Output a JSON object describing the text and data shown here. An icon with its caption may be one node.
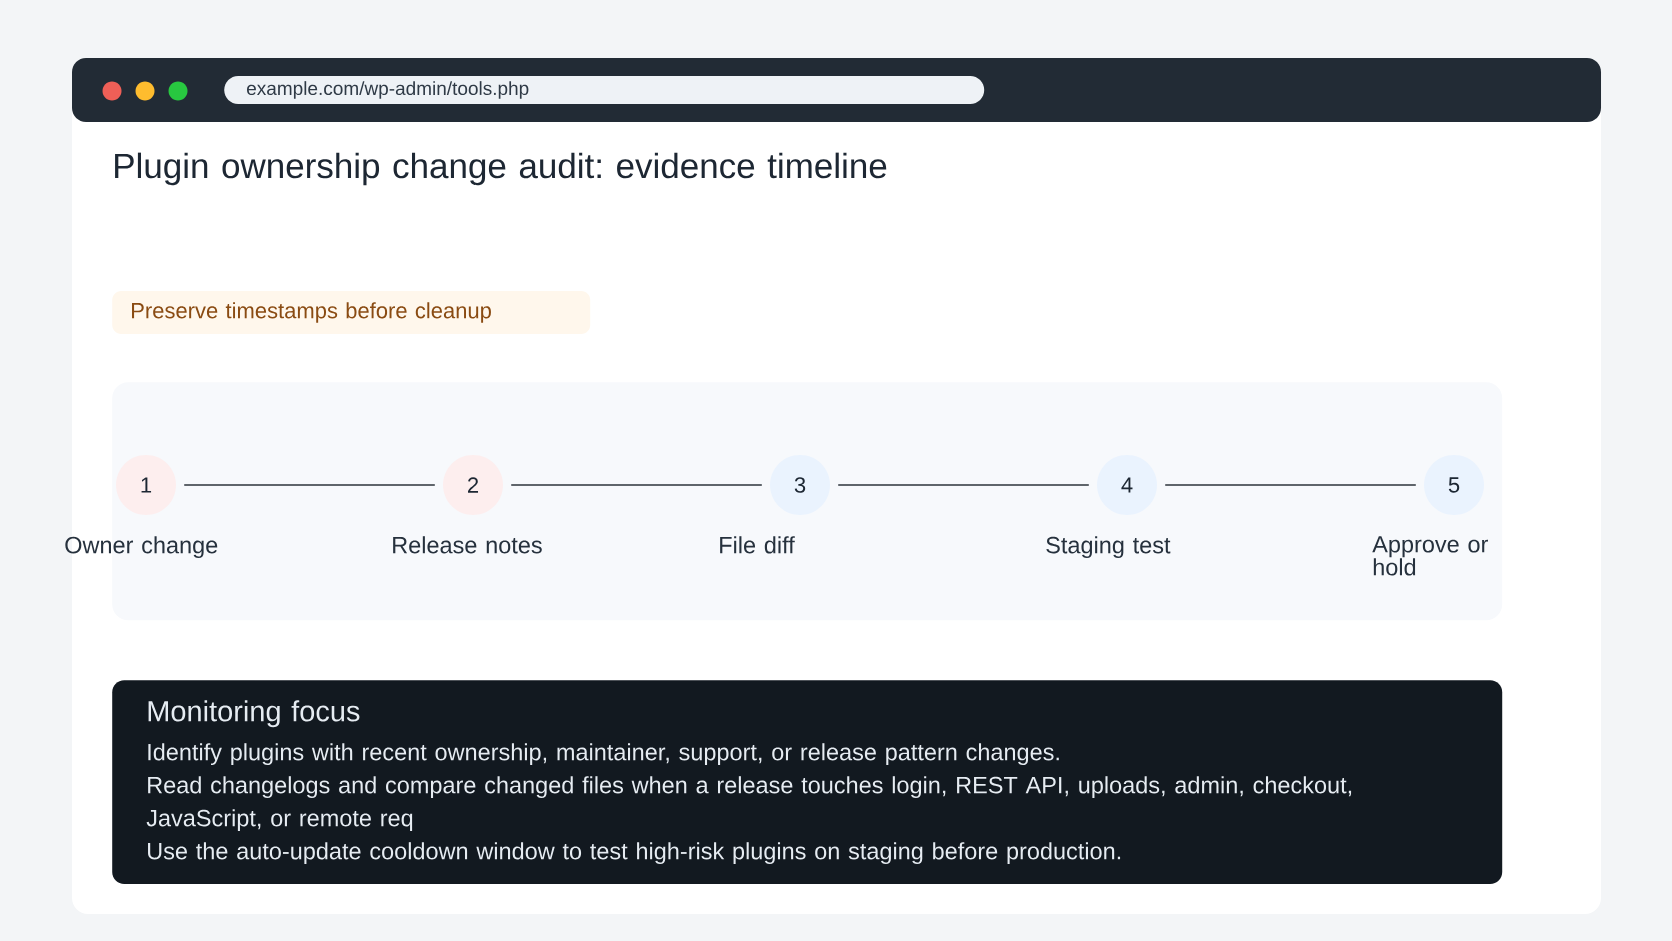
{
  "diagram": {
    "title": "Plugin ownership change audit: evidence timeline",
    "nodes": [
      {
        "text": [
          "Preserve timestamps before cleanup"
        ]
      },
      {
        "text": [],
        "shape": "box"
      },
      {
        "text": [
          "1"
        ],
        "beside": [
          "Owner change"
        ],
        "in": 1
      },
      {
        "text": [
          "2"
        ],
        "beside": [
          "Release notes"
        ],
        "in": 1
      },
      {
        "text": [
          "3"
        ],
        "beside": [
          "File diff"
        ],
        "in": 1
      },
      {
        "text": [
          "4"
        ],
        "beside": [
          "Staging test"
        ],
        "in": 1
      },
      {
        "text": [
          "5"
        ],
        "beside": [
          "Approve or hold"
        ],
        "in": 1
      },
      {
        "text": [
          "Monitoring focus",
          "Identify plugins with recent ownership, maintainer, support, or release pattern changes.",
          "Read changelogs and compare changed files when a release touches login, REST API, uploads, admin, checkout, JavaScript, or remote req",
          "Use the auto-update cooldown window to test high-risk plugins on staging before production."
        ]
      }
    ],
    "edges": [
      {
        "from": 2,
        "to": 3,
        "arrow": "none"
      },
      {
        "from": 3,
        "to": 4,
        "arrow": "none"
      },
      {
        "from": 4,
        "to": 5,
        "arrow": "none"
      },
      {
        "from": 5,
        "to": 6,
        "arrow": "none"
      }
    ],
    "labels": [
      "example.com/wp-admin/tools.php"
    ]
  }
}
